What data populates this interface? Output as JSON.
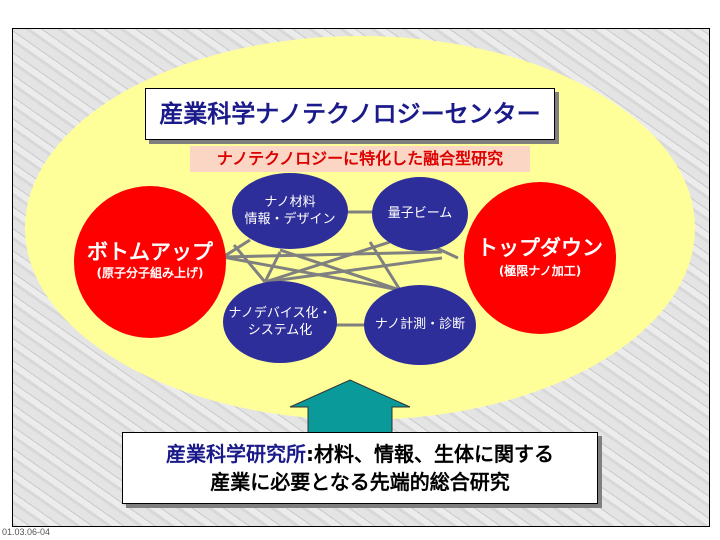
{
  "title": "産業科学ナノテクノロジーセンター",
  "subtitle": "ナノテクノロジーに特化した融合型研究",
  "left_node": {
    "title": "ボトムアップ",
    "sub": "(原子分子組み上げ)"
  },
  "right_node": {
    "title": "トップダウン",
    "sub": "(極限ナノ加工)"
  },
  "nodes": [
    {
      "line1": "ナノ材料",
      "line2": "情報・デザイン"
    },
    {
      "line1": "量子ビーム",
      "line2": ""
    },
    {
      "line1": "ナノデバイス化・",
      "line2": "システム化"
    },
    {
      "line1": "ナノ計測・診断",
      "line2": ""
    }
  ],
  "bottom": {
    "highlight": "産業科学研究所",
    "line1_rest": ":材料、情報、生体に関する",
    "line2": "産業に必要となる先端的総合研究"
  },
  "slide_number": "01.03.06-04",
  "colors": {
    "ellipse": "#ffff99",
    "red": "#ff0000",
    "blue": "#2e2e9a",
    "arrow": "#008b8b",
    "title": "#1a1a8a"
  }
}
